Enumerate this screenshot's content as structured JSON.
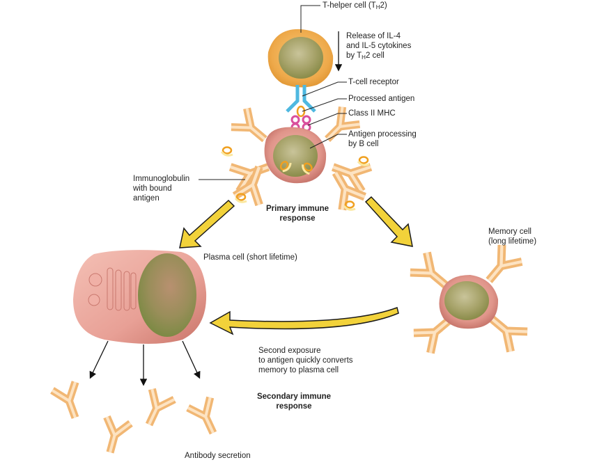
{
  "title": "Humoral immune response: B cell activation, plasma cells and memory cells",
  "colors": {
    "arrow_yellow": "#f2d23a",
    "arrow_outline": "#1a1a1a",
    "cell_membrane_pink": "#e39a90",
    "nucleus_green": "#a5a86a",
    "th_cell_orange": "#f0b55a",
    "antibody_peach": "#f6c48a",
    "tcr_blue": "#4fb8e0",
    "mhc_magenta": "#d94f9c",
    "antigen_orange": "#f0a020"
  },
  "labels": {
    "t_helper": {
      "main": "T-helper cell (T",
      "sub": "H",
      "tail": "2)"
    },
    "cytokines": {
      "line1": "Release of IL-4",
      "line2": "and IL-5 cytokines",
      "line3_pre": "by T",
      "line3_sub": "H",
      "line3_tail": "2 cell"
    },
    "tcr": "T-cell receptor",
    "processed_antigen": "Processed antigen",
    "mhc": "Class II MHC",
    "antigen_processing": {
      "line1": "Antigen processing",
      "line2": "by B cell"
    },
    "immunoglobulin": {
      "line1": "Immunoglobulin",
      "line2": "with bound",
      "line3": "antigen"
    },
    "primary": {
      "line1": "Primary immune",
      "line2": "response"
    },
    "plasma": "Plasma cell (short lifetime)",
    "memory": {
      "line1": "Memory cell",
      "line2": "(long lifetime)"
    },
    "second_exposure": {
      "line1": "Second exposure",
      "line2": "to antigen quickly converts",
      "line3": "memory to plasma cell"
    },
    "secondary": {
      "line1": "Secondary immune",
      "line2": "response"
    },
    "antibody_secretion": "Antibody secretion"
  }
}
